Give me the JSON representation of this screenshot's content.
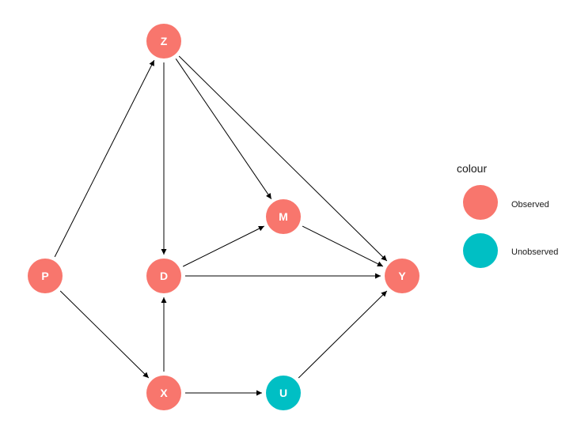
{
  "diagram": {
    "colors": {
      "observed": "#F8766D",
      "unobserved": "#00BFC4",
      "edge": "#000000"
    },
    "nodes": [
      {
        "id": "Z",
        "label": "Z",
        "status": "observed"
      },
      {
        "id": "P",
        "label": "P",
        "status": "observed"
      },
      {
        "id": "D",
        "label": "D",
        "status": "observed"
      },
      {
        "id": "M",
        "label": "M",
        "status": "observed"
      },
      {
        "id": "Y",
        "label": "Y",
        "status": "observed"
      },
      {
        "id": "X",
        "label": "X",
        "status": "observed"
      },
      {
        "id": "U",
        "label": "U",
        "status": "unobserved"
      }
    ],
    "edges": [
      {
        "from": "P",
        "to": "Z"
      },
      {
        "from": "P",
        "to": "X"
      },
      {
        "from": "Z",
        "to": "D"
      },
      {
        "from": "Z",
        "to": "M"
      },
      {
        "from": "Z",
        "to": "Y"
      },
      {
        "from": "D",
        "to": "M"
      },
      {
        "from": "D",
        "to": "Y"
      },
      {
        "from": "M",
        "to": "Y"
      },
      {
        "from": "X",
        "to": "D"
      },
      {
        "from": "X",
        "to": "U"
      },
      {
        "from": "U",
        "to": "Y"
      }
    ]
  },
  "legend": {
    "title": "colour",
    "items": [
      {
        "label": "Observed",
        "status": "observed"
      },
      {
        "label": "Unobserved",
        "status": "unobserved"
      }
    ]
  }
}
